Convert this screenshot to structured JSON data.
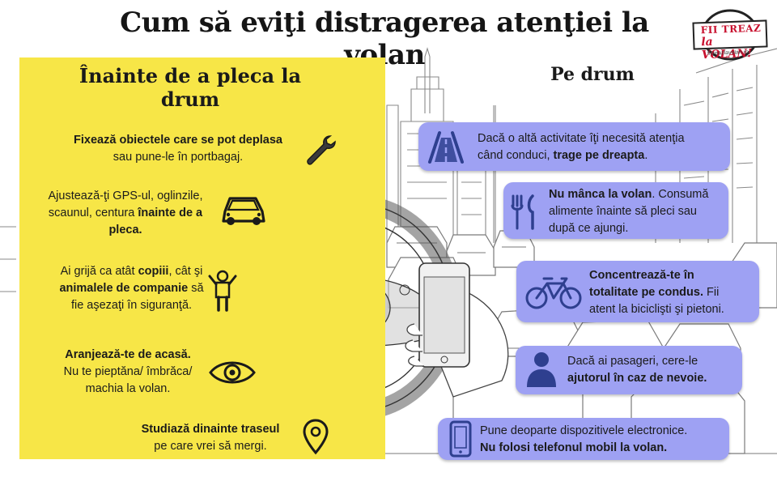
{
  "title": "Cum să eviţi distragerea atenţiei la volan",
  "logo": {
    "line1": "FII TREAZ",
    "line2": "la VOLAN!",
    "url": "fiitreazlavolan.ro"
  },
  "colors": {
    "yellow": "#f7e647",
    "blue_box": "#9ea1f3",
    "icon_blue": "#2e3f8f",
    "logo_red": "#c8102e"
  },
  "left": {
    "heading": "Înainte de a pleca la drum",
    "tips": [
      {
        "icon": "wrench-icon",
        "lines": [
          [
            {
              "t": "Fixează obiectele care se pot deplasa",
              "b": true
            }
          ],
          [
            {
              "t": "sau pune-le în portbagaj.",
              "b": false
            }
          ]
        ]
      },
      {
        "icon": "car-icon",
        "lines": [
          [
            {
              "t": "Ajustează-ţi GPS-ul, oglinzile,",
              "b": false
            }
          ],
          [
            {
              "t": "scaunul, centura ",
              "b": false
            },
            {
              "t": "înainte de a",
              "b": true
            }
          ],
          [
            {
              "t": "pleca.",
              "b": true
            }
          ]
        ]
      },
      {
        "icon": "child-icon",
        "lines": [
          [
            {
              "t": "Ai grijă ca atât ",
              "b": false
            },
            {
              "t": "copiii",
              "b": true
            },
            {
              "t": ", cât şi",
              "b": false
            }
          ],
          [
            {
              "t": "animalele de companie",
              "b": true
            },
            {
              "t": " să",
              "b": false
            }
          ],
          [
            {
              "t": "fie aşezaţi în siguranţă.",
              "b": false
            }
          ]
        ]
      },
      {
        "icon": "eye-icon",
        "lines": [
          [
            {
              "t": "Aranjează-te de acasă.",
              "b": true
            }
          ],
          [
            {
              "t": "Nu te pieptăna/ îmbrăca/",
              "b": false
            }
          ],
          [
            {
              "t": "machia la volan.",
              "b": false
            }
          ]
        ]
      },
      {
        "icon": "location-pin-icon",
        "lines": [
          [
            {
              "t": "Studiază dinainte traseul",
              "b": true
            }
          ],
          [
            {
              "t": "pe care vrei să mergi.",
              "b": false
            }
          ]
        ]
      }
    ]
  },
  "right": {
    "heading": "Pe drum",
    "tips": [
      {
        "icon": "road-icon",
        "lines": [
          [
            {
              "t": "Dacă o altă activitate îţi necesită atenţia",
              "b": false
            }
          ],
          [
            {
              "t": "când conduci, ",
              "b": false
            },
            {
              "t": "trage pe dreapta",
              "b": true
            },
            {
              "t": ".",
              "b": false
            }
          ]
        ]
      },
      {
        "icon": "fork-knife-icon",
        "lines": [
          [
            {
              "t": "Nu mânca la volan",
              "b": true
            },
            {
              "t": ". Consumă",
              "b": false
            }
          ],
          [
            {
              "t": "alimente înainte să pleci sau",
              "b": false
            }
          ],
          [
            {
              "t": "după ce ajungi.",
              "b": false
            }
          ]
        ]
      },
      {
        "icon": "bicycle-icon",
        "lines": [
          [
            {
              "t": "Concentrează-te în",
              "b": true
            }
          ],
          [
            {
              "t": "totalitate pe condus.",
              "b": true
            },
            {
              "t": " Fii",
              "b": false
            }
          ],
          [
            {
              "t": "atent la biciclişti şi pietoni.",
              "b": false
            }
          ]
        ]
      },
      {
        "icon": "person-icon",
        "lines": [
          [
            {
              "t": "Dacă ai pasageri, cere-le",
              "b": false
            }
          ],
          [
            {
              "t": "ajutorul în caz de nevoie.",
              "b": true
            }
          ]
        ]
      },
      {
        "icon": "mobile-phone-icon",
        "lines": [
          [
            {
              "t": "Pune deoparte dispozitivele electronice.",
              "b": false
            }
          ],
          [
            {
              "t": "Nu folosi telefonul mobil la volan.",
              "b": true
            }
          ]
        ]
      }
    ]
  }
}
